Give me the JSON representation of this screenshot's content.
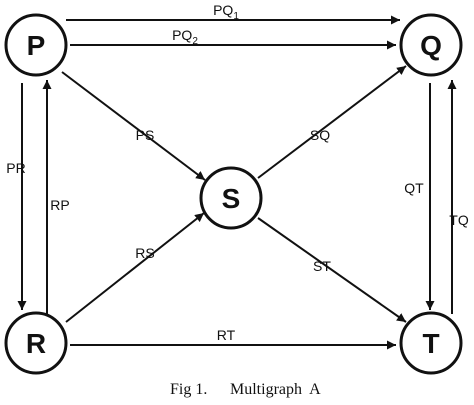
{
  "nodes": {
    "P": "P",
    "Q": "Q",
    "R": "R",
    "S": "S",
    "T": "T"
  },
  "edges": {
    "PQ1": {
      "main": "PQ",
      "sub": "1"
    },
    "PQ2": {
      "main": "PQ",
      "sub": "2"
    },
    "PS": "PS",
    "SQ": "SQ",
    "PR": "PR",
    "RP": "RP",
    "RS": "RS",
    "ST": "ST",
    "QT": "QT",
    "TQ": "TQ",
    "RT": "RT"
  },
  "caption": {
    "fig": "Fig 1.",
    "title": "Multigraph  A"
  }
}
